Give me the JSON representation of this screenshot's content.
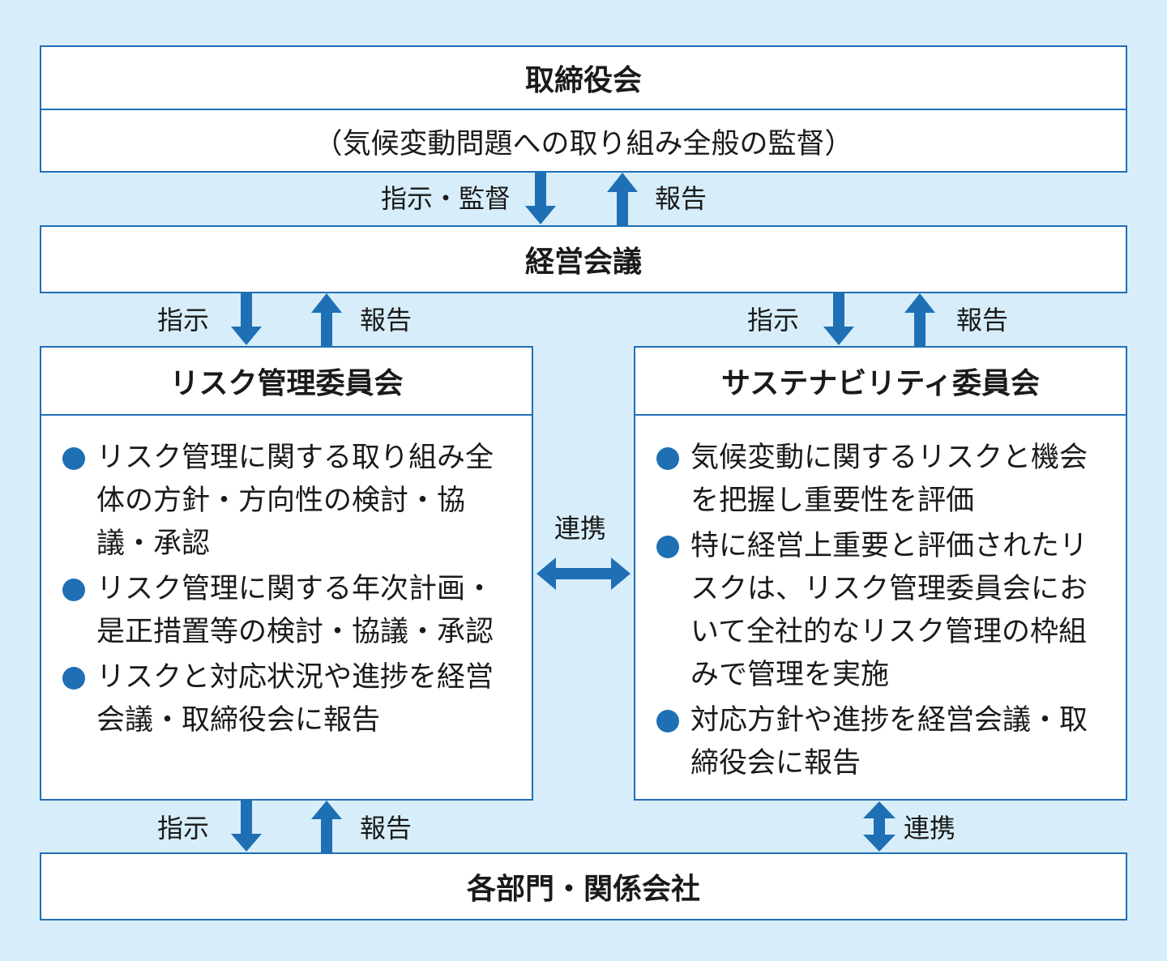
{
  "board": {
    "title": "取締役会",
    "subtitle": "（気候変動問題への取り組み全般の監督）"
  },
  "board_to_management": {
    "down_label": "指示・監督",
    "up_label": "報告"
  },
  "management": {
    "title": "経営会議"
  },
  "management_to_risk": {
    "down_label": "指示",
    "up_label": "報告"
  },
  "management_to_sustainability": {
    "down_label": "指示",
    "up_label": "報告"
  },
  "risk_committee": {
    "title": "リスク管理委員会",
    "items": [
      "リスク管理に関する取り組み全体の方針・方向性の検討・協議・承認",
      "リスク管理に関する年次計画・是正措置等の検討・協議・承認",
      "リスクと対応状況や進捗を経営会議・取締役会に報告"
    ]
  },
  "sustainability_committee": {
    "title": "サステナビリティ委員会",
    "items": [
      "気候変動に関するリスクと機会を把握し重要性を評価",
      "特に経営上重要と評価されたリスクは、リスク管理委員会において全社的なリスク管理の枠組みで管理を実施",
      "対応方針や進捗を経営会議・取締役会に報告"
    ]
  },
  "committee_link": {
    "label": "連携"
  },
  "risk_to_departments": {
    "down_label": "指示",
    "up_label": "報告"
  },
  "sustainability_to_departments": {
    "label": "連携"
  },
  "departments": {
    "title": "各部門・関係会社"
  },
  "colors": {
    "background": "#d7eefa",
    "accent": "#1f6fb5",
    "box": "#ffffff"
  }
}
